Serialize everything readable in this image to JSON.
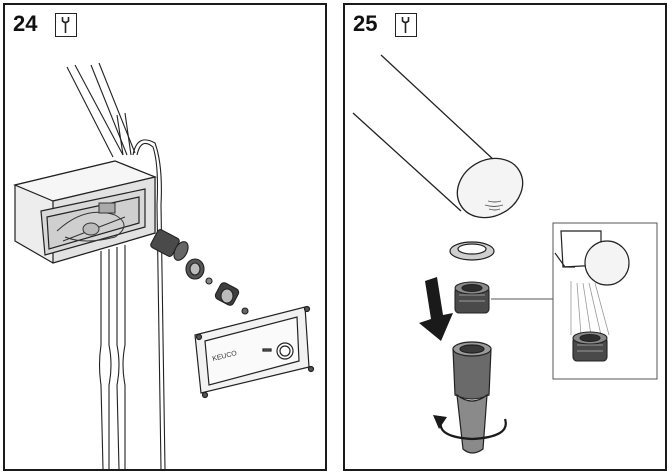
{
  "steps": [
    {
      "number": "24",
      "icon": "wrench-icon",
      "plate_brand": "KEUCO"
    },
    {
      "number": "25",
      "icon": "wrench-icon"
    }
  ]
}
